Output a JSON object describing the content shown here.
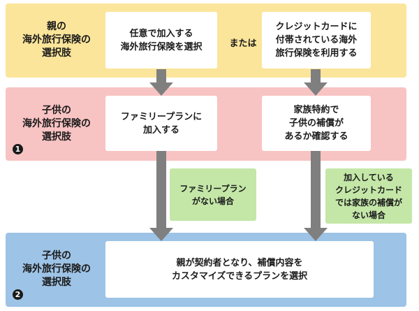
{
  "parent_row": {
    "label_lines": [
      "親の",
      "海外旅行保険の",
      "選択肢"
    ],
    "option_a_lines": [
      "任意で加入する",
      "海外旅行保険を選択"
    ],
    "or_text": "または",
    "option_b_lines": [
      "クレジットカードに",
      "付帯されている海外",
      "旅行保険を利用する"
    ]
  },
  "child_row_1": {
    "label_lines": [
      "子供の",
      "海外旅行保険の",
      "選択肢"
    ],
    "number_badge": "1",
    "option_a_lines": [
      "ファミリープランに",
      "加入する"
    ],
    "option_b_lines": [
      "家族特約で",
      "子供の補償が",
      "あるか確認する"
    ]
  },
  "notes": {
    "left_lines": [
      "ファミリープラン",
      "がない場合"
    ],
    "right_lines": [
      "加入している",
      "クレジットカード",
      "では家族の補償が",
      "ない場合"
    ]
  },
  "child_row_2": {
    "label_lines": [
      "子供の",
      "海外旅行保険の",
      "選択肢"
    ],
    "number_badge": "2",
    "result_lines": [
      "親が契約者となり、補償内容を",
      "カスタマイズできるプランを選択"
    ]
  },
  "colors": {
    "parent_band": "#fbe59a",
    "child1_band": "#f8c3c3",
    "child2_band": "#9dc3e6",
    "note": "#c4e7a8",
    "arrow": "#7f7f7f"
  }
}
